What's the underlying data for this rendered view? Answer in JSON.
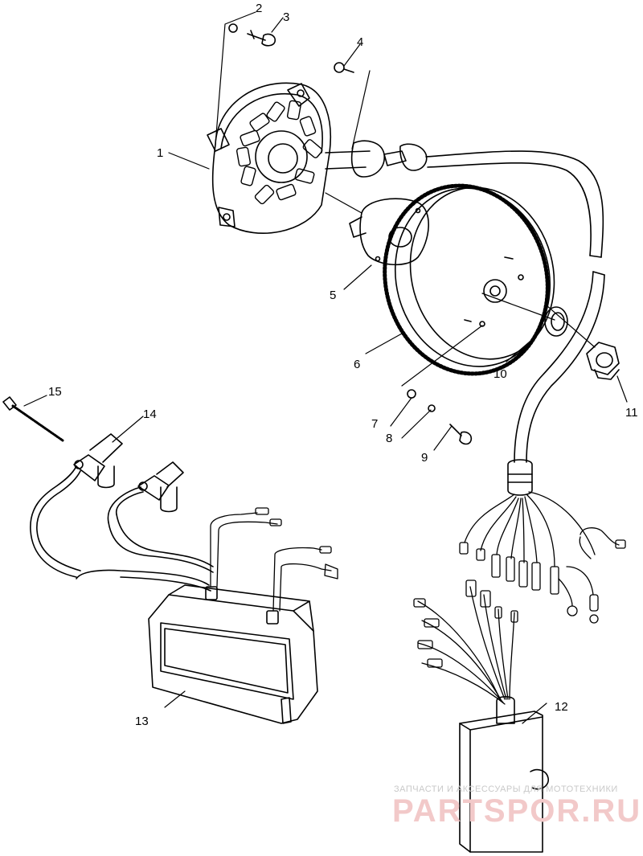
{
  "callouts": [
    {
      "id": "1",
      "label": "1"
    },
    {
      "id": "2",
      "label": "2"
    },
    {
      "id": "3",
      "label": "3"
    },
    {
      "id": "4",
      "label": "4"
    },
    {
      "id": "5",
      "label": "5"
    },
    {
      "id": "6",
      "label": "6"
    },
    {
      "id": "7",
      "label": "7"
    },
    {
      "id": "8",
      "label": "8"
    },
    {
      "id": "9",
      "label": "9"
    },
    {
      "id": "10",
      "label": "10"
    },
    {
      "id": "11",
      "label": "11"
    },
    {
      "id": "12",
      "label": "12"
    },
    {
      "id": "13",
      "label": "13"
    },
    {
      "id": "14",
      "label": "14"
    },
    {
      "id": "15",
      "label": "15"
    }
  ],
  "watermark": {
    "line1": "ЗАПЧАСТИ И АКСЕССУАРЫ ДЛЯ МОТОТЕХНИКИ",
    "line2": "PARTSPOR.RU"
  },
  "colors": {
    "line": "#000000",
    "watermark_text": "#c9c9c9",
    "watermark_logo": "#f2c9c9"
  }
}
